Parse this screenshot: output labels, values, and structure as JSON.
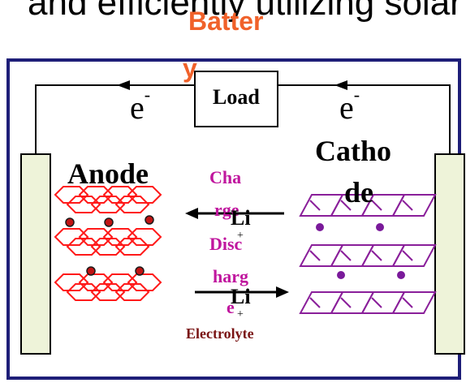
{
  "intro_text": "and efficiently utilizing solar",
  "title_line1": "Batter",
  "title_line2": "y",
  "load_label": "Load",
  "electron_left": "e",
  "electron_right": "e",
  "electron_charge": "-",
  "anode_label": "Anode",
  "cathode_line1": "Catho",
  "cathode_line2": "de",
  "charge_line1": "Cha",
  "charge_line2": "rge",
  "discharge_line1": "Disc",
  "discharge_line2": "harg",
  "discharge_line3": "e",
  "li_top": "Li",
  "li_top_plus": "+",
  "li_bottom": "Li",
  "li_bottom_plus": "+",
  "electrolyte_label": "Electrolyte",
  "colors": {
    "frame": "#1e1e78",
    "electrode_fill": "#eef3d9",
    "graphite": "#ff1a1a",
    "cathode_lattice": "#8a1f9a",
    "ion_red": "#c01414",
    "ion_purple": "#7a1a9a",
    "title": "#f0612a",
    "process_text": "#c0169e",
    "electrolyte_text": "#7a1414"
  }
}
